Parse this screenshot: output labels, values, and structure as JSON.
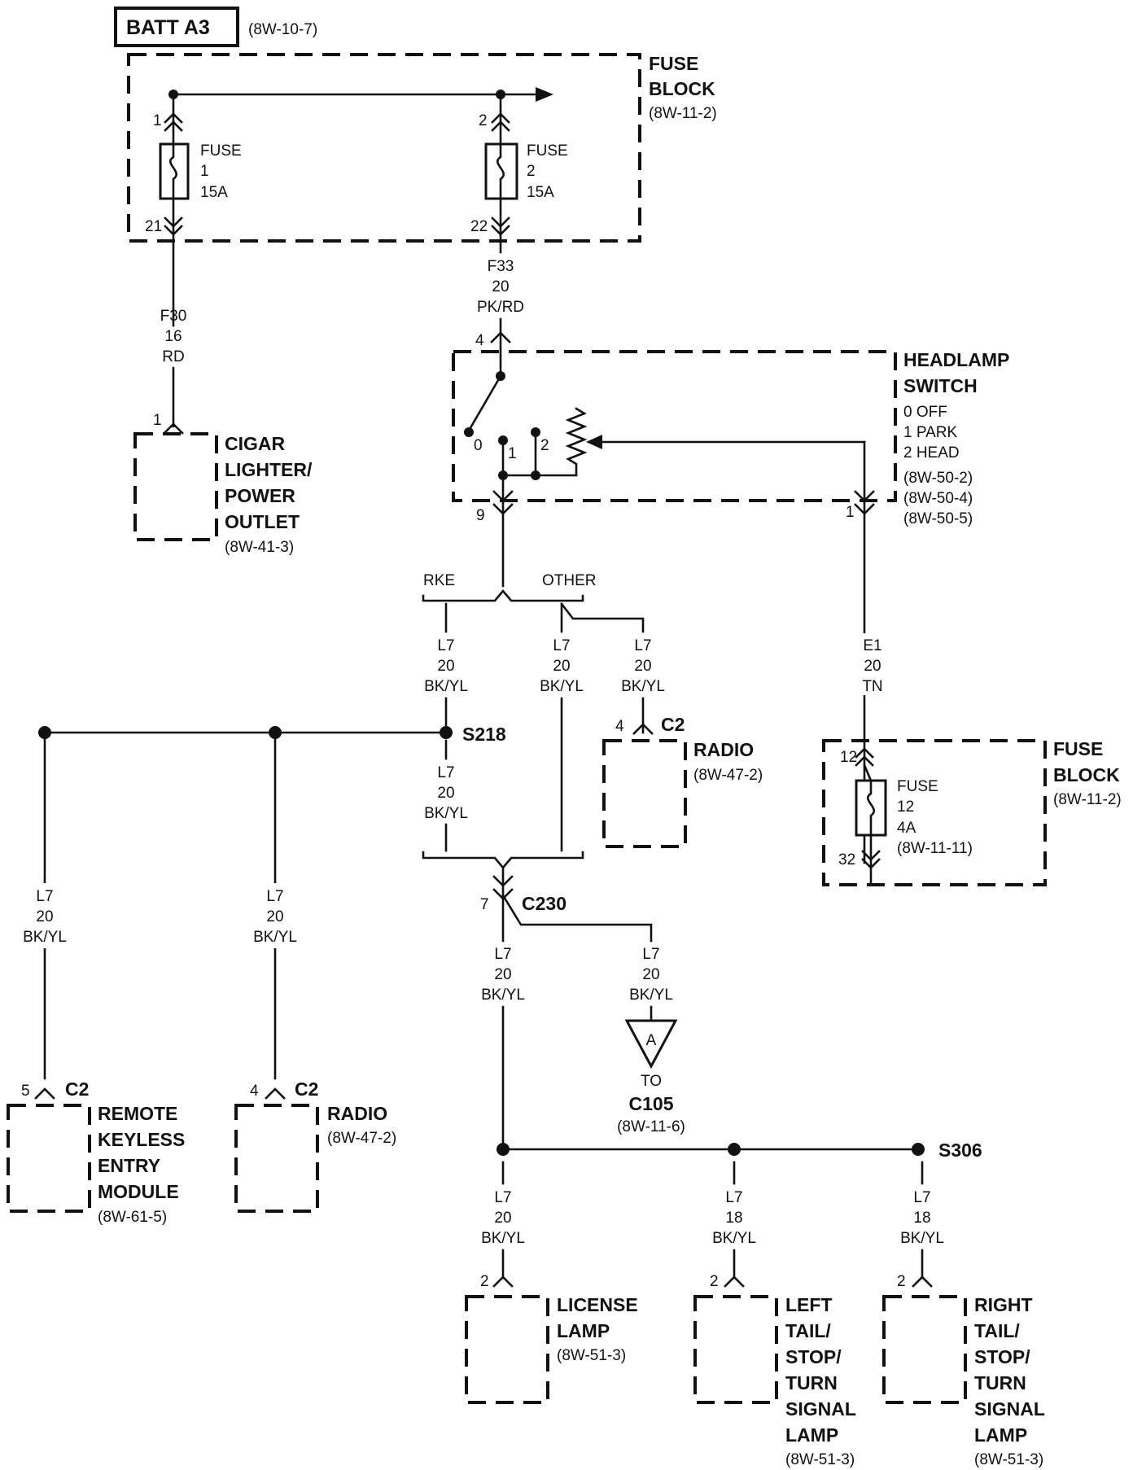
{
  "title": {
    "batt": "BATT A3",
    "batt_ref": "(8W-10-7)"
  },
  "fuse_block_top": {
    "label_line1": "FUSE",
    "label_line2": "BLOCK",
    "ref": "(8W-11-2)",
    "fuse1": {
      "in_pin": "1",
      "out_pin": "21",
      "line1": "FUSE",
      "line2": "1",
      "line3": "15A"
    },
    "fuse2": {
      "in_pin": "2",
      "out_pin": "22",
      "line1": "FUSE",
      "line2": "2",
      "line3": "15A"
    }
  },
  "wire_f30": {
    "circuit": "F30",
    "gauge": "16",
    "color": "RD"
  },
  "wire_f33": {
    "circuit": "F33",
    "gauge": "20",
    "color": "PK/RD"
  },
  "cigar_lighter": {
    "pin": "1",
    "line1": "CIGAR",
    "line2": "LIGHTER/",
    "line3": "POWER",
    "line4": "OUTLET",
    "ref": "(8W-41-3)"
  },
  "headlamp_switch": {
    "line1": "HEADLAMP",
    "line2": "SWITCH",
    "pos0": "0 OFF",
    "pos1": "1 PARK",
    "pos2": "2 HEAD",
    "ref1": "(8W-50-2)",
    "ref2": "(8W-50-4)",
    "ref3": "(8W-50-5)",
    "in_pin": "4",
    "out_pin": "9",
    "dim_pin": "1",
    "contact0": "0",
    "contact1": "1",
    "contact2": "2"
  },
  "branch": {
    "rke": "RKE",
    "other": "OTHER"
  },
  "wire_l7_20": {
    "circuit": "L7",
    "gauge": "20",
    "color": "BK/YL"
  },
  "wire_l7_18": {
    "circuit": "L7",
    "gauge": "18",
    "color": "BK/YL"
  },
  "wire_e1": {
    "circuit": "E1",
    "gauge": "20",
    "color": "TN"
  },
  "splice_s218": "S218",
  "splice_s306": "S306",
  "radio_top": {
    "pin": "4",
    "connector": "C2",
    "label": "RADIO",
    "ref": "(8W-47-2)"
  },
  "fuse_block_right": {
    "label_line1": "FUSE",
    "label_line2": "BLOCK",
    "ref": "(8W-11-2)",
    "in_pin": "12",
    "out_pin": "32",
    "line1": "FUSE",
    "line2": "12",
    "line3": "4A",
    "line4": "(8W-11-11)"
  },
  "c230": {
    "pin": "7",
    "label": "C230"
  },
  "to_c105": {
    "marker": "A",
    "to": "TO",
    "connector": "C105",
    "ref": "(8W-11-6)"
  },
  "rke_module": {
    "pin": "5",
    "connector": "C2",
    "line1": "REMOTE",
    "line2": "KEYLESS",
    "line3": "ENTRY",
    "line4": "MODULE",
    "ref": "(8W-61-5)"
  },
  "radio_bottom": {
    "pin": "4",
    "connector": "C2",
    "label": "RADIO",
    "ref": "(8W-47-2)"
  },
  "license_lamp": {
    "pin": "2",
    "line1": "LICENSE",
    "line2": "LAMP",
    "ref": "(8W-51-3)"
  },
  "left_tail": {
    "pin": "2",
    "line1": "LEFT",
    "line2": "TAIL/",
    "line3": "STOP/",
    "line4": "TURN",
    "line5": "SIGNAL",
    "line6": "LAMP",
    "ref": "(8W-51-3)"
  },
  "right_tail": {
    "pin": "2",
    "line1": "RIGHT",
    "line2": "TAIL/",
    "line3": "STOP/",
    "line4": "TURN",
    "line5": "SIGNAL",
    "line6": "LAMP",
    "ref": "(8W-51-3)"
  }
}
